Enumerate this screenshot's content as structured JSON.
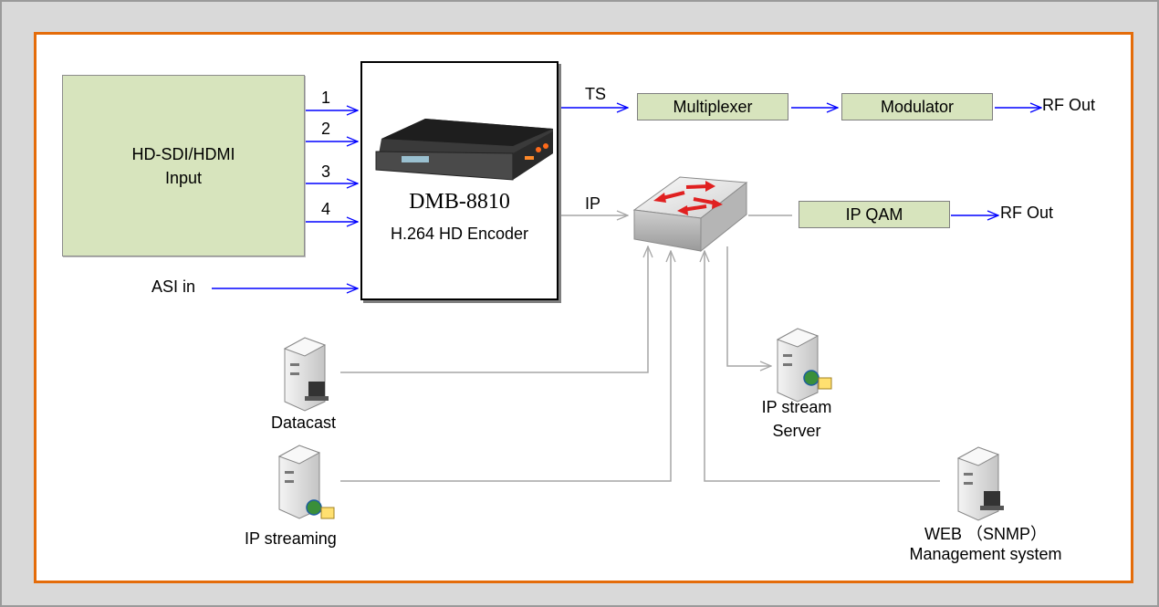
{
  "input_box": {
    "line1": "HD-SDI/HDMI",
    "line2": "Input"
  },
  "channels": [
    "1",
    "2",
    "3",
    "4"
  ],
  "asi_in": "ASI in",
  "encoder": {
    "model": "DMB-8810",
    "subtitle": "H.264 HD Encoder"
  },
  "ts_label": "TS",
  "ip_label": "IP",
  "multiplexer": "Multiplexer",
  "modulator": "Modulator",
  "rf_out_1": "RF Out",
  "ip_qam": "IP QAM",
  "rf_out_2": "RF Out",
  "servers": {
    "datacast": "Datacast",
    "ip_streaming": "IP streaming",
    "ip_stream_server_line1": "IP stream",
    "ip_stream_server_line2": "Server",
    "web_line1": "WEB （SNMP）",
    "web_line2": "Management system"
  },
  "colors": {
    "frame": "#d9d9d9",
    "orange_border": "#e46c0a",
    "green_box": "#d7e4bd",
    "blue_arrow": "#0000ff",
    "gray_line": "#a6a6a6",
    "switch_arrow": "#e02020"
  },
  "icons": [
    "server-icon",
    "network-switch-icon",
    "encoder-device-icon"
  ]
}
